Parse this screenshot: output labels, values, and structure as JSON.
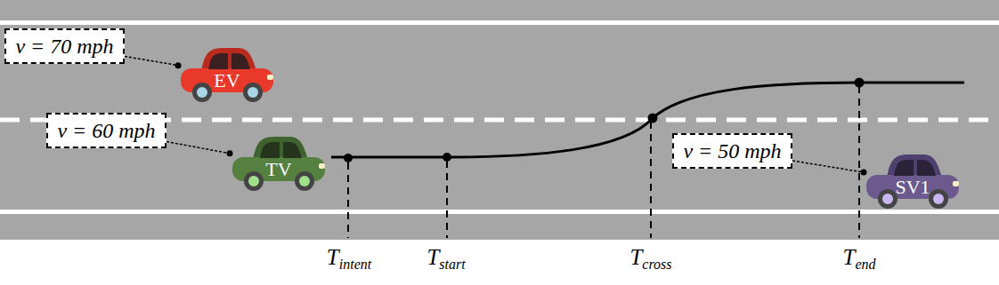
{
  "diagram": {
    "nodes": [
      {
        "text": [
          "v = 70 mph"
        ]
      },
      {
        "text": [
          "EV"
        ]
      },
      {
        "text": [
          "v = 60 mph"
        ]
      },
      {
        "text": [
          "TV"
        ]
      },
      {
        "text": [
          "v = 50 mph"
        ]
      },
      {
        "text": [
          "SV1"
        ]
      }
    ],
    "edges": [
      {
        "from": 0,
        "to": 1,
        "arrow": "none"
      },
      {
        "from": 2,
        "to": 3,
        "arrow": "none"
      },
      {
        "from": 4,
        "to": 5,
        "arrow": "none"
      }
    ],
    "labels": [
      "Tintent",
      "Tstart",
      "Tcross",
      "Tend"
    ]
  }
}
